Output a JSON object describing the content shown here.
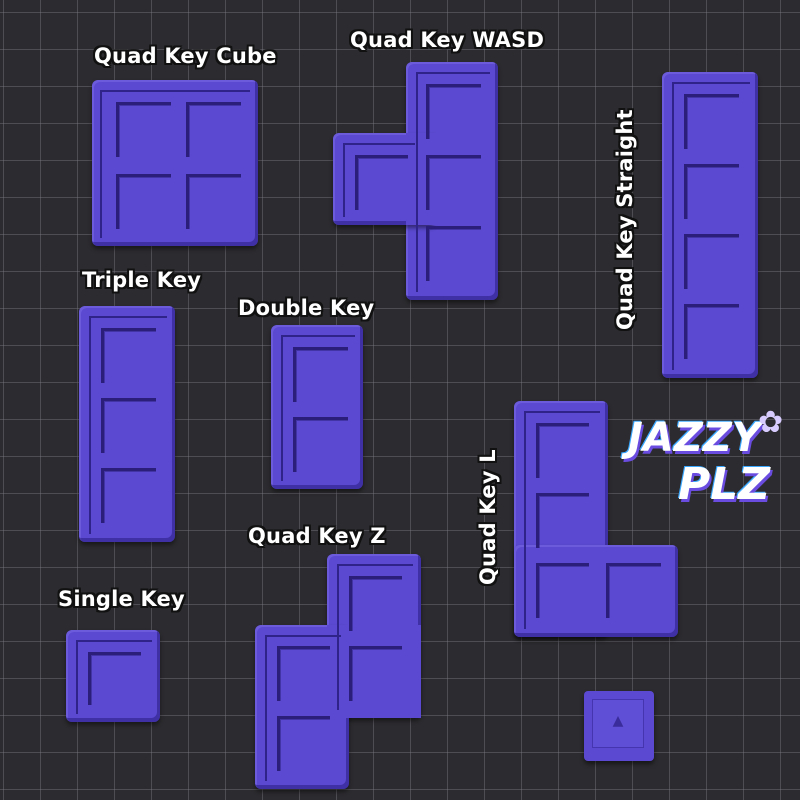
{
  "labels": {
    "quad_key_cube": "Quad Key Cube",
    "quad_key_wasd": "Quad Key WASD",
    "quad_key_straight": "Quad Key Straight",
    "triple_key": "Triple Key",
    "double_key": "Double Key",
    "quad_key_l": "Quad Key L",
    "quad_key_z": "Quad Key Z",
    "single_key": "Single Key"
  },
  "logo": {
    "line1": "JAZZY",
    "line2": "PLZ"
  },
  "colors": {
    "piece": "#5b4ad1",
    "background": "#2c2b2f",
    "grid": "#78767f",
    "label": "#ffffff"
  }
}
